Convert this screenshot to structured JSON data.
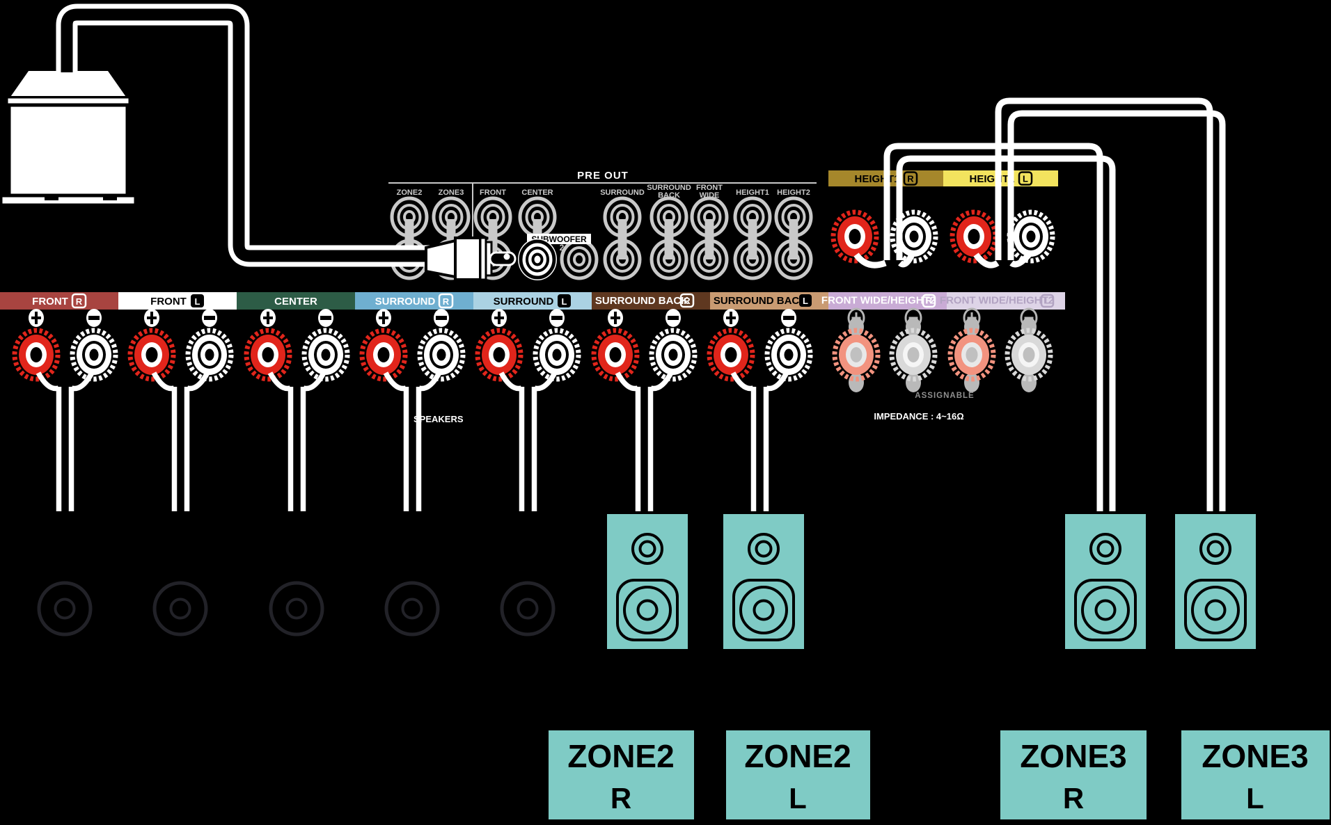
{
  "diagram": {
    "pre_out": {
      "title": "PRE OUT",
      "columns": [
        {
          "line1": "ZONE2",
          "line2": ""
        },
        {
          "line1": "ZONE3",
          "line2": ""
        },
        {
          "line1": "FRONT",
          "line2": ""
        },
        {
          "line1": "CENTER",
          "line2": ""
        },
        {
          "line1": "SURROUND",
          "line2": ""
        },
        {
          "line1": "SURROUND",
          "line2": "BACK"
        },
        {
          "line1": "FRONT",
          "line2": "WIDE"
        },
        {
          "line1": "HEIGHT1",
          "line2": ""
        },
        {
          "line1": "HEIGHT2",
          "line2": ""
        }
      ],
      "subwoofer_label": "SUBWOOFER",
      "subwoofer_jack2_label": "2"
    },
    "speaker_terminals": {
      "section_label": "SPEAKERS",
      "assignable_label": "ASSIGNABLE",
      "impedance_label": "IMPEDANCE : 4~16Ω",
      "banners": [
        {
          "label": "FRONT",
          "channel": "R",
          "color": "#a84440",
          "text_color": "#ffffff",
          "badge_color": "#ffffff"
        },
        {
          "label": "FRONT",
          "channel": "L",
          "color": "#ffffff",
          "text_color": "#000000",
          "badge_color": "#000000"
        },
        {
          "label": "CENTER",
          "channel": "",
          "color": "#2d5c46",
          "text_color": "#ffffff",
          "badge_color": ""
        },
        {
          "label": "SURROUND",
          "channel": "R",
          "color": "#6fafd0",
          "text_color": "#ffffff",
          "badge_color": "#ffffff"
        },
        {
          "label": "SURROUND",
          "channel": "L",
          "color": "#abd2e3",
          "text_color": "#000000",
          "badge_color": "#000000"
        },
        {
          "label": "SURROUND BACK",
          "channel": "R",
          "color": "#5f3820",
          "text_color": "#ffffff",
          "badge_color": "#ffffff"
        },
        {
          "label": "SURROUND BACK",
          "channel": "L",
          "color": "#c99b72",
          "text_color": "#000000",
          "badge_color": "#000000"
        },
        {
          "label": "FRONT WIDE/HEIGHT2",
          "channel": "R",
          "color": "#c9abd5",
          "text_color": "#ffffff",
          "badge_color": "#ffffff"
        },
        {
          "label": "FRONT WIDE/HEIGHT2",
          "channel": "L",
          "color": "#ded4e7",
          "text_color": "#b2a3c2",
          "badge_color": "#b2a3c2"
        }
      ],
      "height1_banners": [
        {
          "label": "HEIGHT1",
          "channel": "R",
          "color": "#a5872b",
          "text_color": "#000000",
          "badge_color": "#000000"
        },
        {
          "label": "HEIGHT1",
          "channel": "L",
          "color": "#f2e35e",
          "text_color": "#000000",
          "badge_color": "#000000"
        }
      ]
    },
    "zone_labels": [
      {
        "name": "ZONE2",
        "channel": "R"
      },
      {
        "name": "ZONE2",
        "channel": "L"
      },
      {
        "name": "ZONE3",
        "channel": "R"
      },
      {
        "name": "ZONE3",
        "channel": "L"
      }
    ],
    "colors": {
      "background": "#000000",
      "speaker_teal": "#7fcbc5",
      "terminal_red": "#e1251b",
      "jack_gray": "#c9c9c9"
    }
  }
}
